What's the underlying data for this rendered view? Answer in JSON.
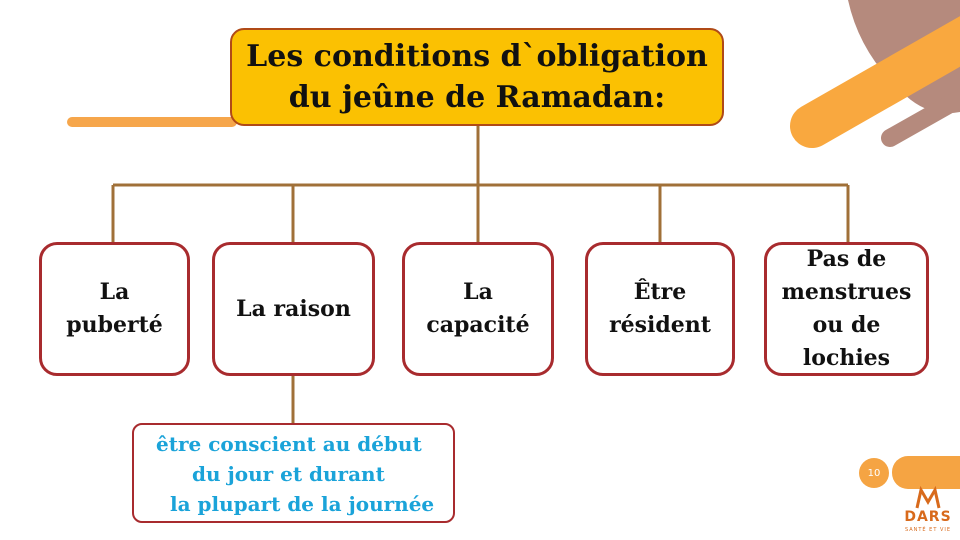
{
  "title": {
    "text": "Les conditions d`obligation\ndu jeûne de Ramadan:"
  },
  "nodes": [
    {
      "text": "La\npuberté"
    },
    {
      "text": "La raison"
    },
    {
      "text": "La\ncapacité"
    },
    {
      "text": "Être\nrésident"
    },
    {
      "text": "Pas de\nmenstrues\nou de\nlochies"
    }
  ],
  "sub_note": {
    "lines": [
      "être conscient au début",
      "du jour et durant",
      "la plupart de la journée"
    ]
  },
  "page_number": "10",
  "logo": {
    "name": "DARS",
    "tagline": "SANTÉ ET VIE"
  },
  "colors": {
    "title_fill": "#fbc102",
    "title_border": "#b04a17",
    "node_border": "#a82b2e",
    "connector": "#a07038",
    "sub_text": "#1aa3d9",
    "accent_orange": "#f5a443",
    "accent_brown": "#b58a7d"
  }
}
